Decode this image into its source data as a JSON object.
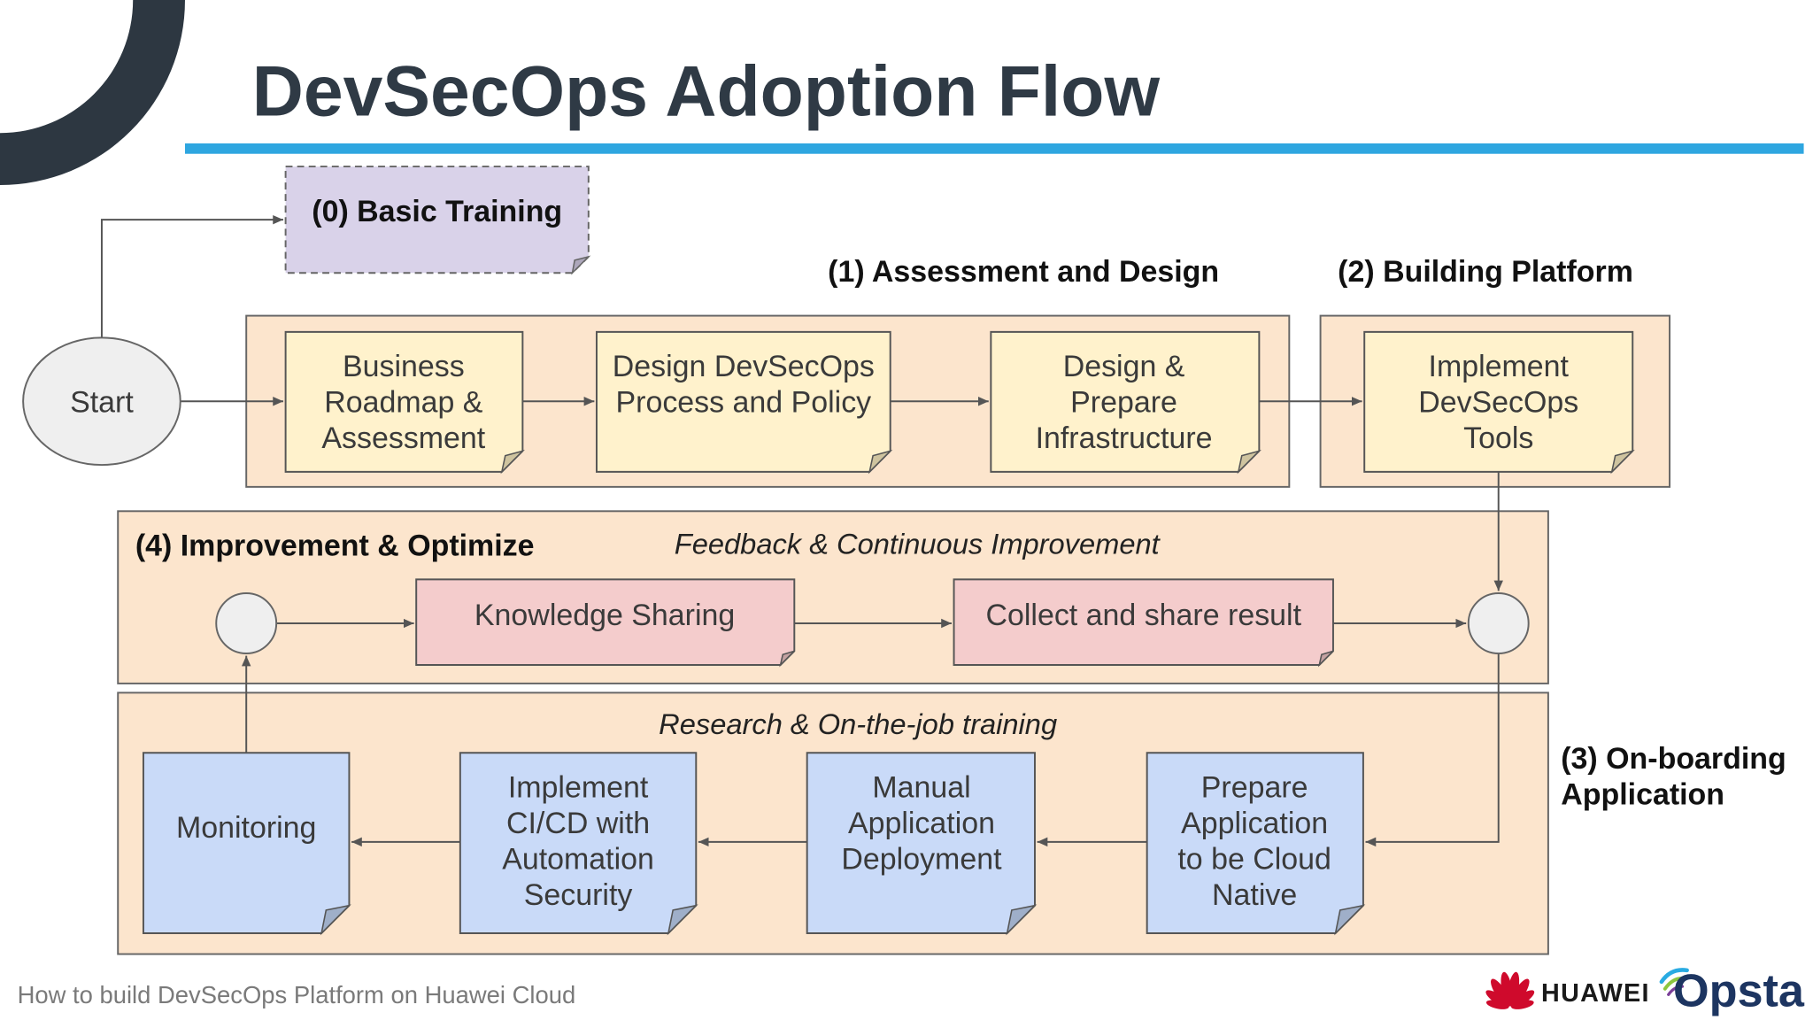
{
  "slide": {
    "title": "DevSecOps Adoption Flow",
    "footer": "How to build DevSecOps Platform on Huawei Cloud"
  },
  "start": {
    "label": "Start"
  },
  "basic_training": {
    "label": "(0) Basic Training"
  },
  "assessment_design": {
    "label": "(1) Assessment and Design",
    "steps": [
      {
        "lines": [
          "Business",
          "Roadmap &",
          "Assessment"
        ]
      },
      {
        "lines": [
          "Design DevSecOps",
          "Process and Policy"
        ]
      },
      {
        "lines": [
          "Design &",
          "Prepare",
          "Infrastructure"
        ]
      }
    ]
  },
  "building_platform": {
    "label": "(2) Building Platform",
    "steps": [
      {
        "lines": [
          "Implement",
          "DevSecOps",
          "Tools"
        ]
      }
    ]
  },
  "improvement": {
    "label": "(4) Improvement & Optimize",
    "caption": "Feedback & Continuous Improvement",
    "steps": [
      {
        "lines": [
          "Knowledge Sharing"
        ]
      },
      {
        "lines": [
          "Collect and share result"
        ]
      }
    ]
  },
  "onboarding": {
    "label_lines": [
      "(3) On-boarding",
      "Application"
    ],
    "caption": "Research & On-the-job training",
    "steps": [
      {
        "lines": [
          "Prepare",
          "Application",
          "to be Cloud",
          "Native"
        ]
      },
      {
        "lines": [
          "Manual",
          "Application",
          "Deployment"
        ]
      },
      {
        "lines": [
          "Implement",
          "CI/CD with",
          "Automation",
          "Security"
        ]
      },
      {
        "lines": [
          "Monitoring"
        ]
      }
    ]
  },
  "logos": {
    "huawei": "HUAWEI",
    "opsta": "Opsta"
  },
  "colors": {
    "title": "#2f3a45",
    "corner_arc": "#2d3741",
    "accent_line": "#2ea6e0",
    "phase_bg": "#fce5cd",
    "training_box": "#d9d2e9",
    "assessment_box": "#fff2cc",
    "improvement_box": "#f4cccc",
    "onboarding_box": "#c9daf8",
    "node": "#efefef",
    "huawei_red": "#cf0a2c",
    "opsta_navy": "#1d3561"
  }
}
